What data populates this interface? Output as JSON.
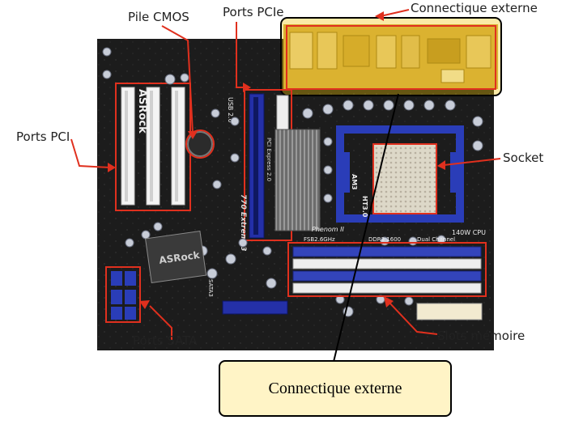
{
  "labels": {
    "pile_cmos": "Pile CMOS",
    "ports_pcie": "Ports PCIe",
    "connectique_externe": "Connectique externe",
    "ports_pci": "Ports PCI",
    "socket": "Socket",
    "ports_sata": "Ports SATA",
    "slots_memoire": "Slots mémoire"
  },
  "board_print": {
    "brand": "ASRock",
    "model": "770 Extreme3",
    "pcie": "PCI Express 2.0",
    "cpu_support": "AM3",
    "cpu_power": "140W CPU",
    "memory": "DDR3 1600",
    "memory_mode": "Dual Channel",
    "fsb": "FSB2.6GHz",
    "phenom": "Phenom II",
    "ht": "HT3.0",
    "usb": "USB 2.0",
    "sata": "SATA3"
  },
  "callout": {
    "text": "Connectique externe"
  },
  "colors": {
    "pcb": "#1c1c1c",
    "highlight": "#e0301e",
    "io_highlight": "#e8b23a",
    "callout_fill": "#fff4c6",
    "socket_retention": "#2a3db8",
    "dimm_blue": "#3344bb",
    "dimm_white": "#eeeeee"
  }
}
